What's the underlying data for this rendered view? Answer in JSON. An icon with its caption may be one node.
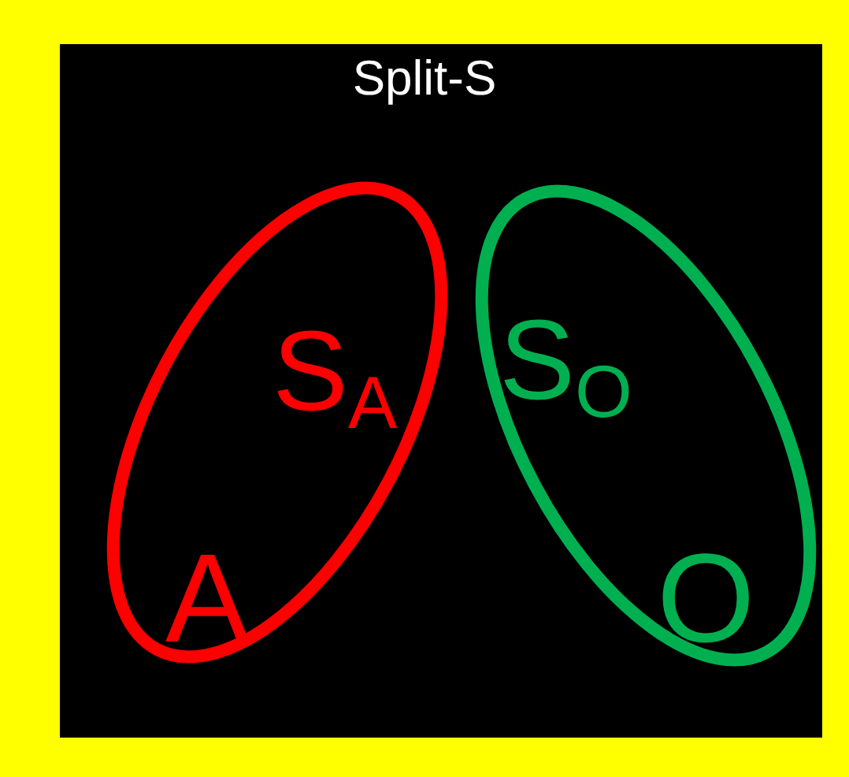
{
  "diagram": {
    "title": "Split-S",
    "nodes": [
      {
        "text": [
          "S$_{A}$",
          "A"
        ]
      },
      {
        "text": [
          "S$_{O}$",
          "O"
        ]
      }
    ]
  }
}
